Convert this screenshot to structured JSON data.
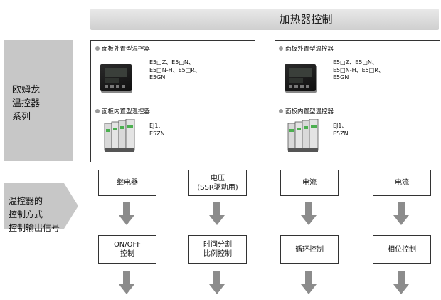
{
  "header": {
    "title": "加热器控制"
  },
  "side_panel": {
    "label": "欧姆龙\n温控器\n系列"
  },
  "side_arrow": {
    "label": "温控器的\n控制方式\n控制输出信号"
  },
  "product_boxes": [
    {
      "panel_external": {
        "label": "面板外置型温控器",
        "models": "E5□Z、E5□N、\nE5□N-H、E5□R、\nE5GN"
      },
      "panel_internal": {
        "label": "面板内置型温控器",
        "models": "EJ1、\nE5ZN"
      }
    },
    {
      "panel_external": {
        "label": "面板外置型温控器",
        "models": "E5□Z、E5□N、\nE5□N-H、E5□R、\nE5GN"
      },
      "panel_internal": {
        "label": "面板内置型温控器",
        "models": "EJ1、\nE5ZN"
      }
    }
  ],
  "output_signals": [
    "继电器",
    "电压\n(SSR驱动用)",
    "电流",
    "电流"
  ],
  "control_methods": [
    "ON/OFF\n控制",
    "时间分割\n比例控制",
    "循环控制",
    "相位控制"
  ],
  "colors": {
    "arrow": "#8c8c8c",
    "side_panel": "#c7c7c7",
    "border": "#333333"
  }
}
